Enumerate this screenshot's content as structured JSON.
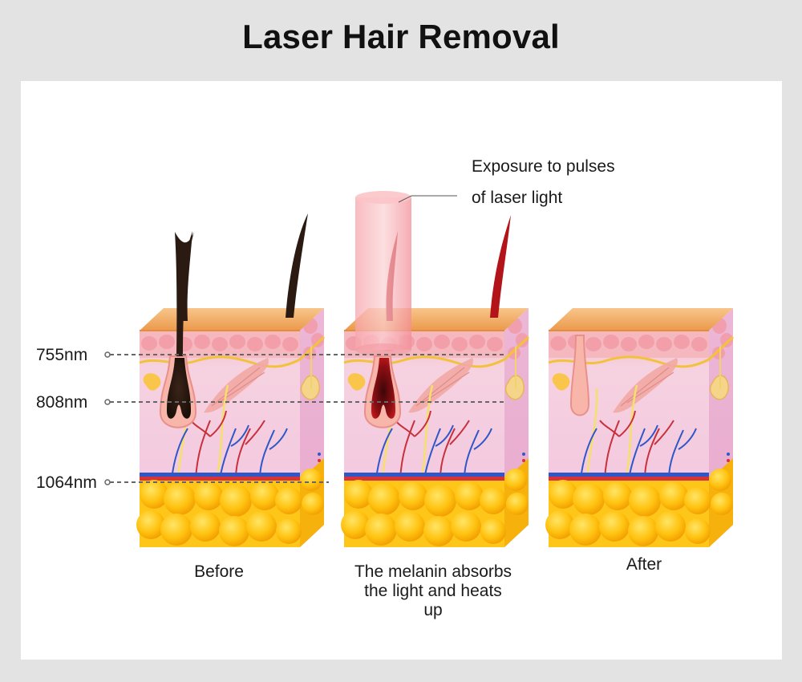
{
  "title": "Laser Hair Removal",
  "wavelengths": {
    "w755": "755nm",
    "w808": "808nm",
    "w1064": "1064nm"
  },
  "annotation": {
    "line1": "Exposure to pulses",
    "line2": "of laser light"
  },
  "captions": {
    "before": "Before",
    "middle_1": "The melanin absorbs",
    "middle_2": "the light and heats",
    "middle_3": "up",
    "after": "After"
  },
  "colors": {
    "background": "#e3e3e3",
    "panel": "#ffffff",
    "skin_top": "#f2a55a",
    "dermis": "#f5cfe0",
    "fat": "#ffc61a",
    "laser_beam": "#f49aa2",
    "hair_before": "#2a1a12",
    "hair_heated": "#b3141a"
  }
}
